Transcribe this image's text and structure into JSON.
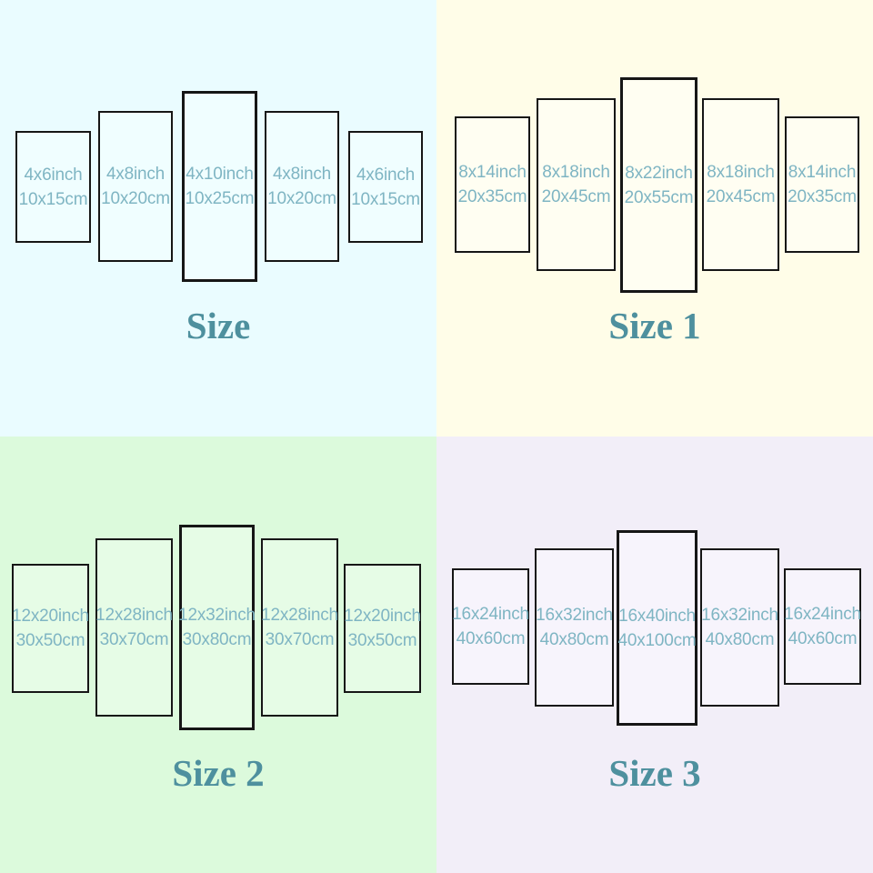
{
  "colors": {
    "label_text": "#7fb5c3",
    "title_text": "#4e909e",
    "panel_border": "#161616"
  },
  "quadrants": [
    {
      "title": "Size",
      "bg": "#eafcff",
      "panel_bg": "#f0feff",
      "panels": [
        {
          "inch": "4x6inch",
          "cm": "10x15cm"
        },
        {
          "inch": "4x8inch",
          "cm": "10x20cm"
        },
        {
          "inch": "4x10inch",
          "cm": "10x25cm"
        },
        {
          "inch": "4x8inch",
          "cm": "10x20cm"
        },
        {
          "inch": "4x6inch",
          "cm": "10x15cm"
        }
      ]
    },
    {
      "title": "Size 1",
      "bg": "#fffde8",
      "panel_bg": "#fffef2",
      "panels": [
        {
          "inch": "8x14inch",
          "cm": "20x35cm"
        },
        {
          "inch": "8x18inch",
          "cm": "20x45cm"
        },
        {
          "inch": "8x22inch",
          "cm": "20x55cm"
        },
        {
          "inch": "8x18inch",
          "cm": "20x45cm"
        },
        {
          "inch": "8x14inch",
          "cm": "20x35cm"
        }
      ]
    },
    {
      "title": "Size 2",
      "bg": "#dcfadc",
      "panel_bg": "#e6fce6",
      "panels": [
        {
          "inch": "12x20inch",
          "cm": "30x50cm"
        },
        {
          "inch": "12x28inch",
          "cm": "30x70cm"
        },
        {
          "inch": "12x32inch",
          "cm": "30x80cm"
        },
        {
          "inch": "12x28inch",
          "cm": "30x70cm"
        },
        {
          "inch": "12x20inch",
          "cm": "30x50cm"
        }
      ]
    },
    {
      "title": "Size 3",
      "bg": "#f2eef8",
      "panel_bg": "#f7f4fc",
      "panels": [
        {
          "inch": "16x24inch",
          "cm": "40x60cm"
        },
        {
          "inch": "16x32inch",
          "cm": "40x80cm"
        },
        {
          "inch": "16x40inch",
          "cm": "40x100cm"
        },
        {
          "inch": "16x32inch",
          "cm": "40x80cm"
        },
        {
          "inch": "16x24inch",
          "cm": "40x60cm"
        }
      ]
    }
  ]
}
